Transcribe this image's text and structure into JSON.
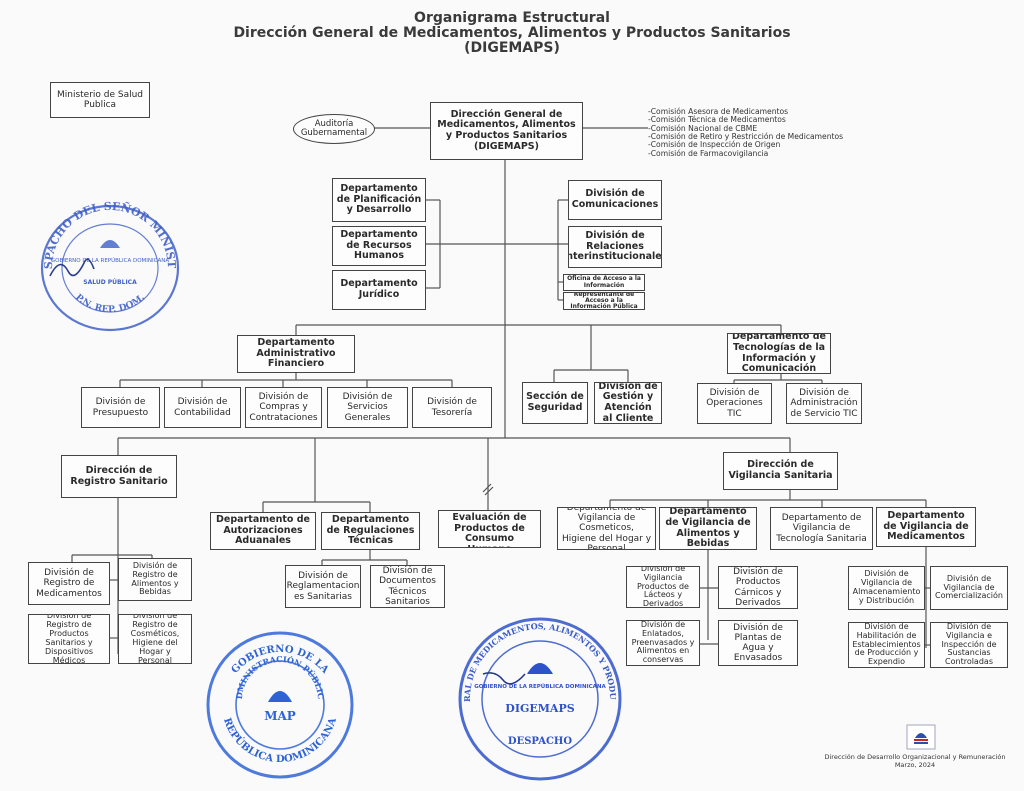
{
  "title": {
    "line1": "Organigrama Estructural",
    "line2": "Dirección General de Medicamentos, Alimentos y Productos Sanitarios",
    "line3": "(DIGEMAPS)"
  },
  "ministerio": "Ministerio de Salud Publica",
  "auditoria": "Auditoría Gubernamental",
  "direccion_general": "Dirección General de Medicamentos, Alimentos y Productos Sanitarios (DIGEMAPS)",
  "comisiones": [
    "-Comisión Asesora de Medicamentos",
    "-Comisión Técnica de Medicamentos",
    "-Comisión  Nacional de CBME",
    "-Comisión de Retiro y Restricción de Medicamentos",
    "-Comisión de Inspección de Origen",
    "-Comisión de Farmacovigilancia"
  ],
  "staff_left": {
    "planificacion": "Departamento de Planificación y Desarrollo",
    "recursos_humanos": "Departamento de Recursos Humanos",
    "juridico": "Departamento Jurídico"
  },
  "staff_right": {
    "comunicaciones": "División de Comunicaciones",
    "relaciones": "División de Relaciones Interinstitucionales",
    "oficina_acceso": "Oficina de Acceso a la Información",
    "representante_acceso": "Representante de Acceso a la Información Pública"
  },
  "admin": {
    "head": "Departamento Administrativo Financiero",
    "presupuesto": "División de Presupuesto",
    "contabilidad": "División de Contabilidad",
    "compras": "División de Compras y Contrataciones",
    "servicios": "División de Servicios Generales",
    "tesoreria": "División de Tesorería"
  },
  "seguridad": "Sección de Seguridad",
  "gestion_atencion": "División de Gestión y Atención al Cliente",
  "tic": {
    "head": "Departamento de Tecnologías de la Información y Comunicación",
    "operaciones": "División de Operaciones TIC",
    "administracion": "División de Administración de Servicio TIC"
  },
  "registro": {
    "head": "Dirección de Registro Sanitario",
    "registro_medicamentos": "División de Registro de Medicamentos",
    "registro_alimentos": "División de Registro de Alimentos y Bebidas",
    "registro_productos": "División de Registro de Productos Sanitarios  y Dispositivos Médicos",
    "registro_cosmeticos": "División de Registro de Cosméticos, Higiene del Hogar y Personal"
  },
  "autorizaciones": "Departamento de Autorizaciones Aduanales",
  "regulaciones": {
    "head": "Departamento de Regulaciones Técnicas",
    "reglamentacion": "División de Reglamentacion es Sanitarias",
    "documentos": "División de Documentos Técnicos Sanitarios"
  },
  "laboratorio": "Laboratorio de Evaluación de Productos de Consumo Humano",
  "vigilancia": {
    "head": "Dirección de Vigilancia Sanitaria",
    "cosmeticos": "Departamento de Vigilancia de Cosmeticos, Higiene del Hogar y Personal",
    "alimentos_head": "Departamento de Vigilancia de Alimentos y Bebidas",
    "tecnologia": "Departamento de Vigilancia de Tecnología Sanitaria",
    "medicamentos_head": "Departamento de Vigilancia de Medicamentos",
    "lacteos": "División de Vigilancia Productos de Lácteos y Derivados",
    "carnicos": "División de Productos Cárnicos y Derivados",
    "enlatados": "División de Enlatados, Preenvasados y Alimentos en conservas",
    "plantas": "División de Plantas de Agua y Envasados",
    "almacenamiento": "División de Vigilancia de Almacenamiento y Distribución",
    "comercializacion": "División de Vigilancia de Comercialización",
    "habilitacion": "División de Habilitación de Establecimientos de Producción y Expendio",
    "inspeccion": "División de Vigilancia e Inspección de Sustancias Controladas"
  },
  "stamps": {
    "despacho_outer": "DESPACHO DEL SEÑOR MINISTRO",
    "despacho_inner": "GOBIERNO DE LA REPÚBLICA DOMINICANA",
    "despacho_salud": "SALUD PÚBLICA",
    "despacho_bottom": "P.N. REP. DOM.",
    "map_top": "GOBIERNO DE LA",
    "map_ring": "ADMINISTRACIÓN PÚBLICA",
    "map_center": "MAP",
    "map_bottom": "REPÚBLICA DOMINICANA",
    "digemaps_ring": "DIRECCIÓN GENERAL DE MEDICAMENTOS, ALIMENTOS Y PRODUCTOS SANITARIOS",
    "digemaps_inner": "GOBIERNO DE LA REPÚBLICA DOMINICANA",
    "digemaps_center": "DIGEMAPS",
    "digemaps_bottom": "DESPACHO"
  },
  "footer": {
    "line1": "Dirección de Desarrollo Organizacional y Remuneración",
    "line2": "Marzo, 2024"
  }
}
